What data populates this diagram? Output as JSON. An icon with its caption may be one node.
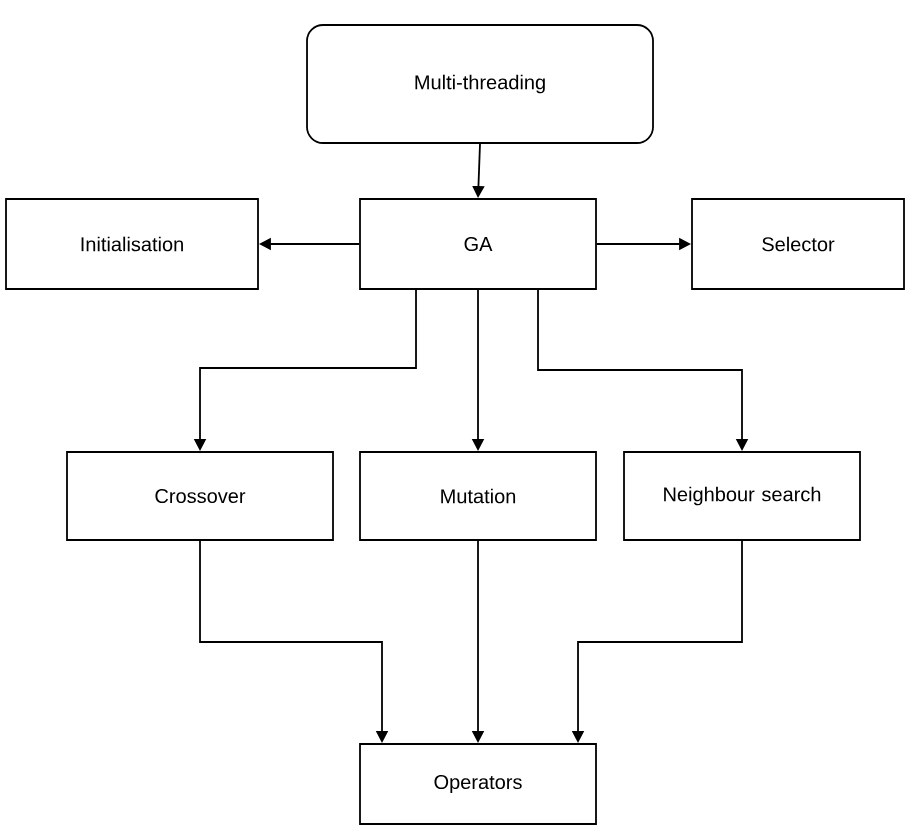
{
  "diagram": {
    "nodes": [
      {
        "text": [
          "Multi-threading"
        ]
      },
      {
        "text": [
          "GA"
        ]
      },
      {
        "text": [
          "Initialisation"
        ]
      },
      {
        "text": [
          "Selector"
        ]
      },
      {
        "text": [
          "Crossover"
        ]
      },
      {
        "text": [
          "Mutation"
        ]
      },
      {
        "text": [
          "Neighbour search"
        ]
      },
      {
        "text": [
          "Operators"
        ]
      }
    ],
    "edges": [
      {
        "from": 0,
        "to": 1,
        "arrow": "to"
      },
      {
        "from": 1,
        "to": 2,
        "arrow": "to"
      },
      {
        "from": 1,
        "to": 3,
        "arrow": "to"
      },
      {
        "from": 1,
        "to": 4,
        "arrow": "to"
      },
      {
        "from": 1,
        "to": 5,
        "arrow": "to"
      },
      {
        "from": 1,
        "to": 6,
        "arrow": "to"
      },
      {
        "from": 4,
        "to": 7,
        "arrow": "to"
      },
      {
        "from": 5,
        "to": 7,
        "arrow": "to"
      },
      {
        "from": 6,
        "to": 7,
        "arrow": "to"
      }
    ]
  }
}
